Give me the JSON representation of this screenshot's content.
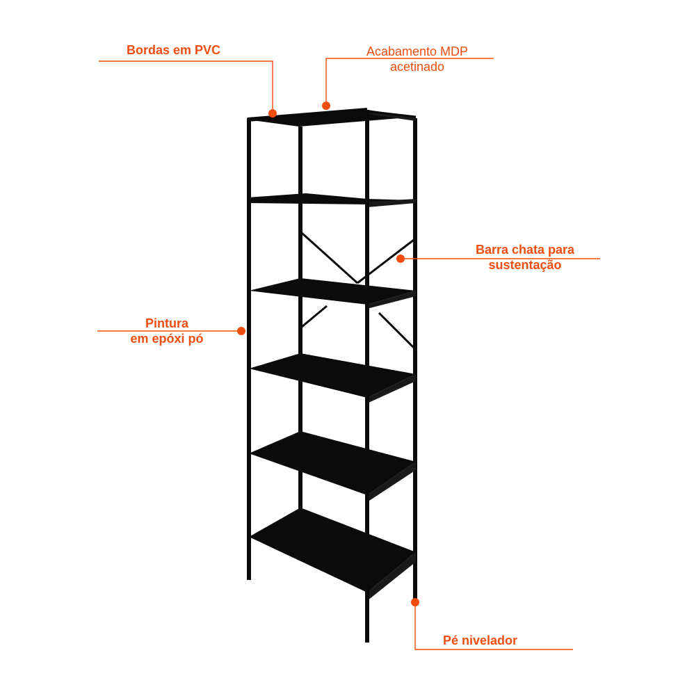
{
  "callouts": {
    "bordas": {
      "text": "Bordas em PVC"
    },
    "acabamento": {
      "line1": "Acabamento MDP",
      "line2": "acetinado"
    },
    "barra": {
      "line1": "Barra chata para",
      "line2": "sustentação"
    },
    "pintura": {
      "line1": "Pintura",
      "line2": "em epóxi pó"
    },
    "pe": {
      "text": "Pé nivelador"
    }
  },
  "colors": {
    "accent": "#f04e0f",
    "frame": "#0a0a0a",
    "background": "#ffffff"
  }
}
